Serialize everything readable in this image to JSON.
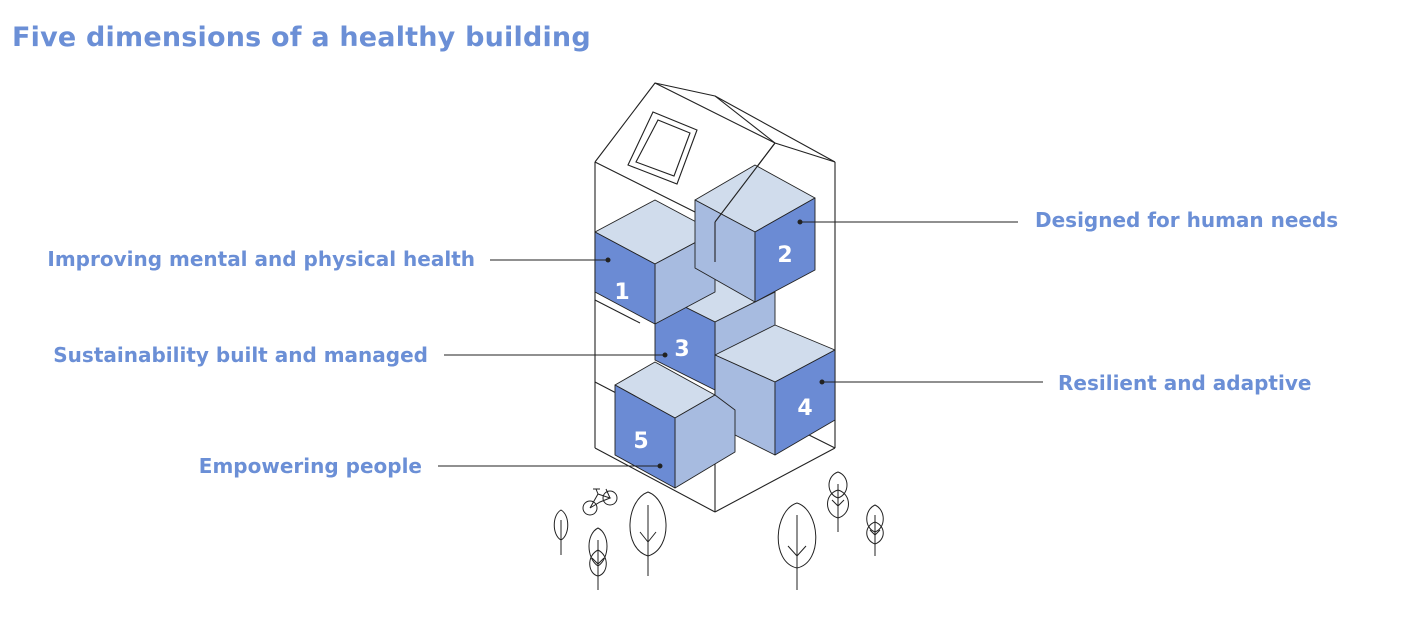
{
  "title": "Five dimensions of a healthy building",
  "colors": {
    "accent": "#6b8fd6",
    "cube_front": "#6b8bd4",
    "cube_top": "#d0dcec",
    "cube_side": "#a7bbe0",
    "line": "#222222"
  },
  "dimensions": [
    {
      "number": "1",
      "label": "Improving mental and physical health"
    },
    {
      "number": "2",
      "label": "Designed for human needs"
    },
    {
      "number": "3",
      "label": "Sustainability built and managed"
    },
    {
      "number": "4",
      "label": "Resilient and adaptive"
    },
    {
      "number": "5",
      "label": "Empowering people"
    }
  ],
  "icons": [
    "building-outline-icon",
    "solar-panel-icon",
    "bicycle-icon",
    "tree-icon"
  ]
}
